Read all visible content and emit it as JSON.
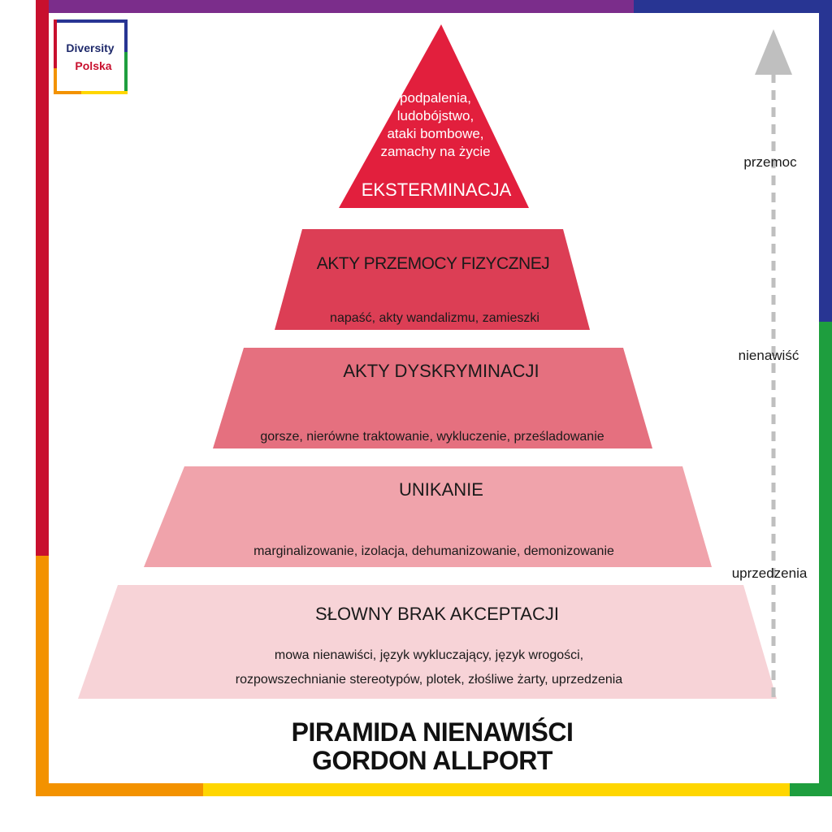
{
  "logo": {
    "line1": "Diversity",
    "line2": "Polska"
  },
  "pyramid": {
    "peak": {
      "description_lines": [
        "podpalenia,",
        "ludobójstwo,",
        "ataki bombowe,",
        "zamachy na życie"
      ],
      "title": "EKSTERMINACJA",
      "color": "#e21f3d"
    },
    "layers": [
      {
        "title": "AKTY PRZEMOCY FIZYCZNEJ",
        "description_lines": [
          "napaść, akty wandalizmu, zamieszki"
        ],
        "color": "#dc3e55"
      },
      {
        "title": "AKTY DYSKRYMINACJI",
        "description_lines": [
          "gorsze, nierówne traktowanie, wykluczenie, prześladowanie"
        ],
        "color": "#e5707f"
      },
      {
        "title": "UNIKANIE",
        "description_lines": [
          "marginalizowanie, izolacja, dehumanizowanie, demonizowanie"
        ],
        "color": "#f0a3ab"
      },
      {
        "title": "SŁOWNY BRAK AKCEPTACJI",
        "description_lines": [
          "mowa nienawiści, język wykluczający, język wrogości,",
          "rozpowszechnianie stereotypów, plotek, złośliwe żarty, uprzedzenia"
        ],
        "color": "#f7d3d7"
      }
    ]
  },
  "scale": {
    "labels": [
      "przemoc",
      "nienawiść",
      "uprzedzenia"
    ],
    "arrow_color": "#bfbfbf"
  },
  "title": {
    "line1": "PIRAMIDA NIENAWIŚCI",
    "line2": "GORDON ALLPORT"
  },
  "frame_colors": {
    "red": "#c8102e",
    "purple": "#7b2d8b",
    "blue": "#283593",
    "green": "#1e9e3e",
    "yellow": "#ffd600",
    "orange": "#f39200"
  },
  "logo_colors": {
    "text1": "#1f2a6b",
    "text2": "#c8102e"
  }
}
